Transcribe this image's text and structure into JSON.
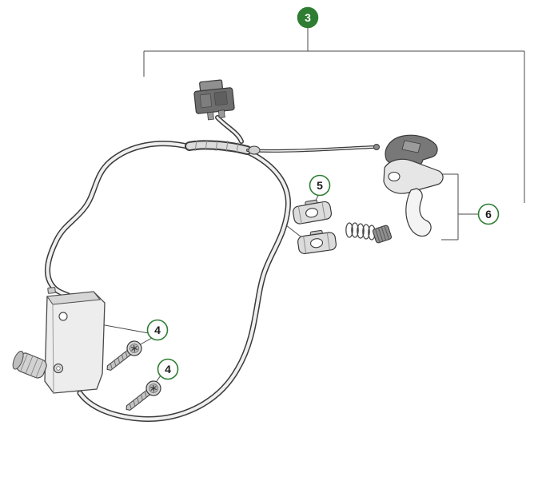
{
  "diagram": {
    "type": "exploded-parts-diagram",
    "callouts": [
      {
        "label": "3",
        "variant": "filled"
      },
      {
        "label": "4",
        "variant": "outline"
      },
      {
        "label": "4",
        "variant": "outline"
      },
      {
        "label": "5",
        "variant": "outline"
      },
      {
        "label": "6",
        "variant": "outline"
      }
    ],
    "colors": {
      "badge_filled_bg": "#2e7d32",
      "badge_filled_text": "#ffffff",
      "badge_outline_border": "#2e7d32",
      "badge_outline_text": "#1a1a1a",
      "line_art": "#4a4a4a",
      "background": "#ffffff"
    }
  }
}
